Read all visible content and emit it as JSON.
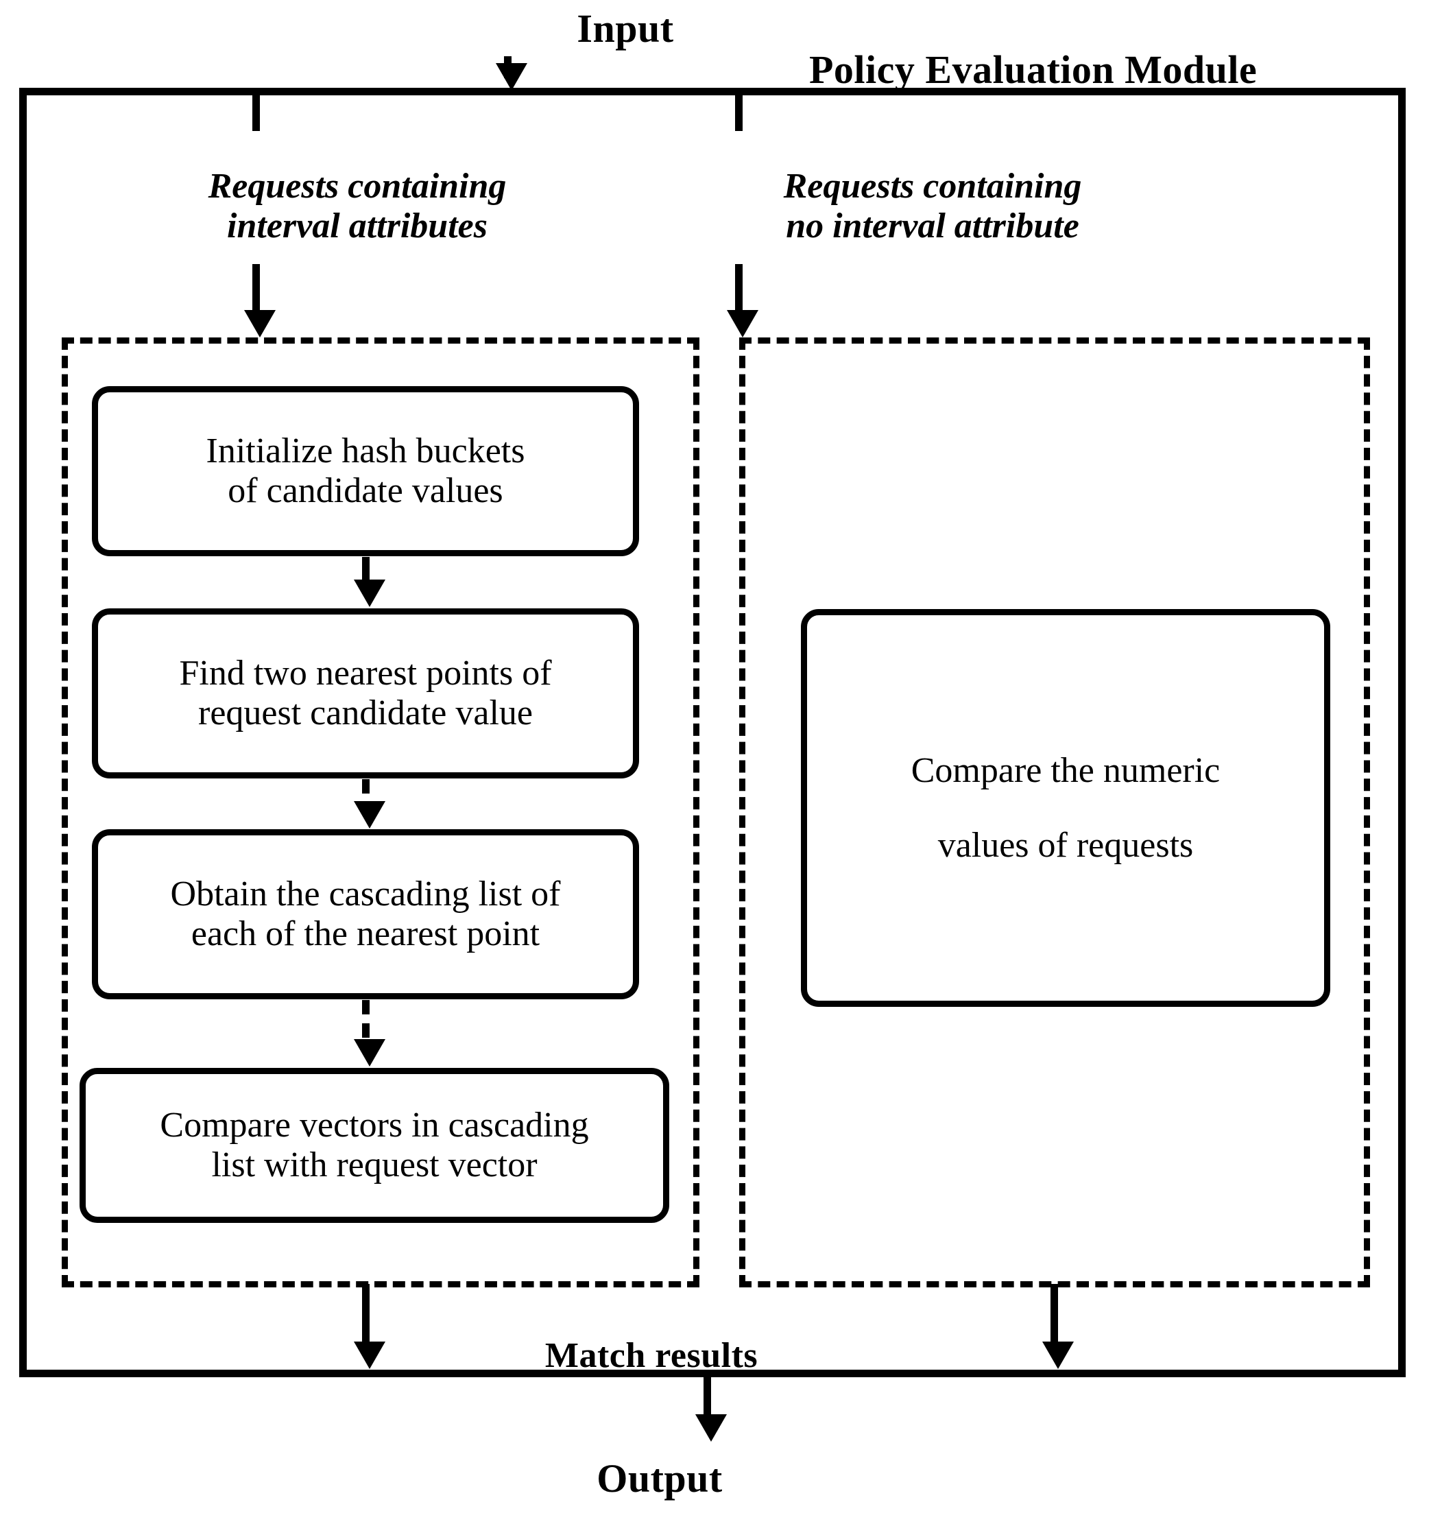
{
  "diagram": {
    "title": "Policy Evaluation Module",
    "input_label": "Input",
    "output_label": "Output",
    "match_results_label": "Match results",
    "branches": [
      {
        "id": "interval",
        "label": "Requests   containing\ninterval attributes",
        "steps": [
          "Initialize hash buckets\nof candidate values",
          "Find two nearest points of\nrequest candidate value",
          "Obtain the cascading list of\neach of the nearest point",
          "Compare vectors in cascading\nlist with request vector"
        ]
      },
      {
        "id": "non-interval",
        "label": "Requests   containing\nno interval attribute",
        "steps": [
          "Compare the numeric\nvalues of requests"
        ]
      }
    ],
    "colors": {
      "stroke": "#000000",
      "background": "#ffffff"
    }
  }
}
